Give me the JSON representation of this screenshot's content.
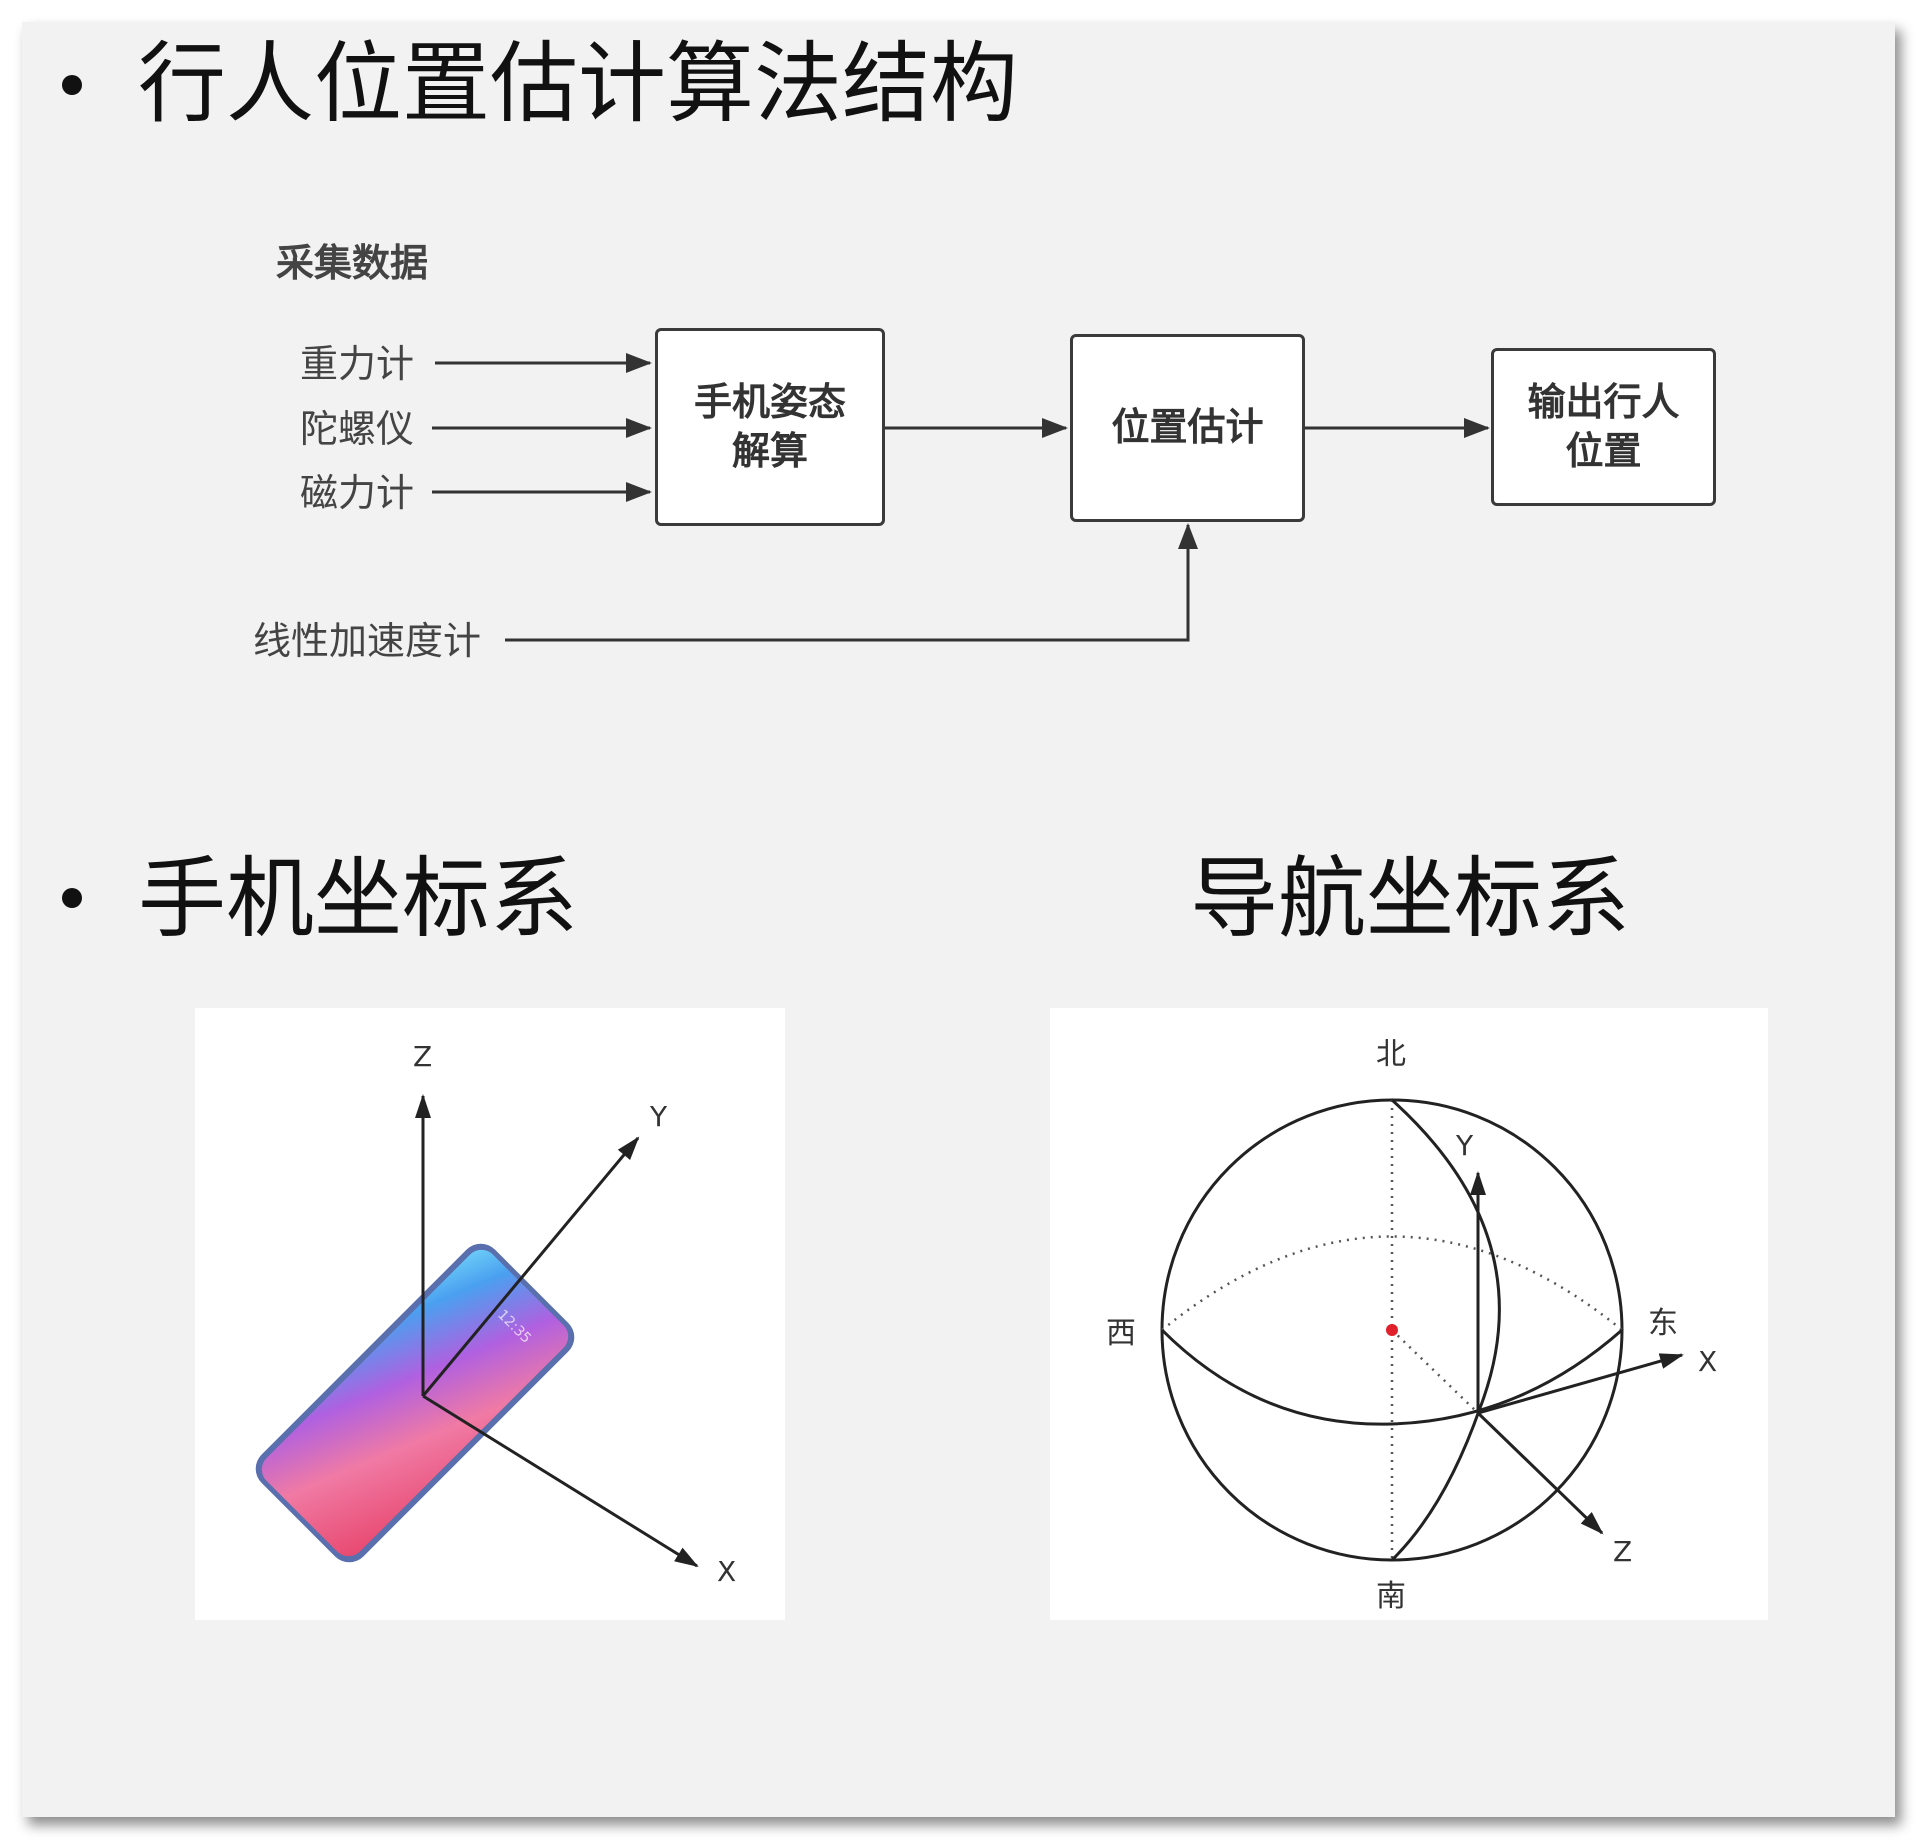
{
  "section1": {
    "title": "行人位置估计算法结构"
  },
  "flow": {
    "group_label": "采集数据",
    "inputs": [
      "重力计",
      "陀螺仪",
      "磁力计"
    ],
    "box_attitude": [
      "手机姿态",
      "解算"
    ],
    "box_position": "位置估计",
    "box_output": [
      "输出行人",
      "位置"
    ],
    "accel_label": "线性加速度计"
  },
  "section2": {
    "phone_title": "手机坐标系",
    "nav_title": "导航坐标系"
  },
  "phone_axes": {
    "z": "Z",
    "y": "Y",
    "x": "X"
  },
  "nav_axes": {
    "north": "北",
    "south": "南",
    "west": "西",
    "east": "东",
    "x": "X",
    "y": "Y",
    "z": "Z"
  },
  "colors": {
    "slide_bg": "#f2f2f2",
    "origin_dot": "#e0202a",
    "box_border": "#3a3a3a"
  }
}
